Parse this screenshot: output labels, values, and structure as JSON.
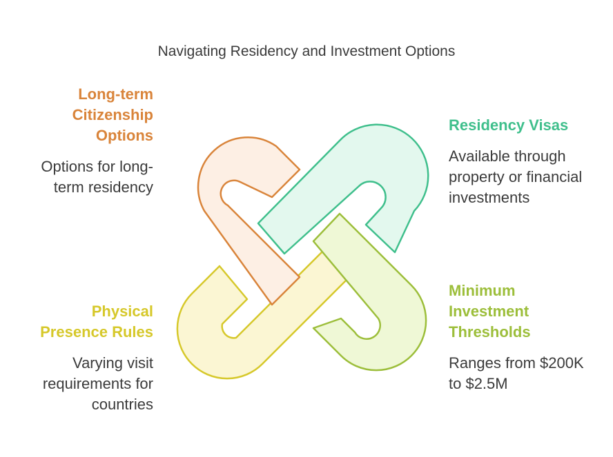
{
  "title": "Navigating Residency and Investment Options",
  "sections": {
    "citizenship": {
      "heading": "Long-term Citizenship Options",
      "description": "Options for long-term residency",
      "color": "#d9843a",
      "fill": "#fdefe4"
    },
    "residency": {
      "heading": "Residency Visas",
      "description": "Available through property or financial investments",
      "color": "#3fbf8c",
      "fill": "#e3f8ee"
    },
    "presence": {
      "heading": "Physical Presence Rules",
      "description": "Varying visit requirements for countries",
      "color": "#d6c82a",
      "fill": "#fbf6d3"
    },
    "investment": {
      "heading": "Minimum Investment Thresholds",
      "description": "Ranges from $200K to $2.5M",
      "color": "#9cbe3a",
      "fill": "#eff8d6"
    }
  }
}
